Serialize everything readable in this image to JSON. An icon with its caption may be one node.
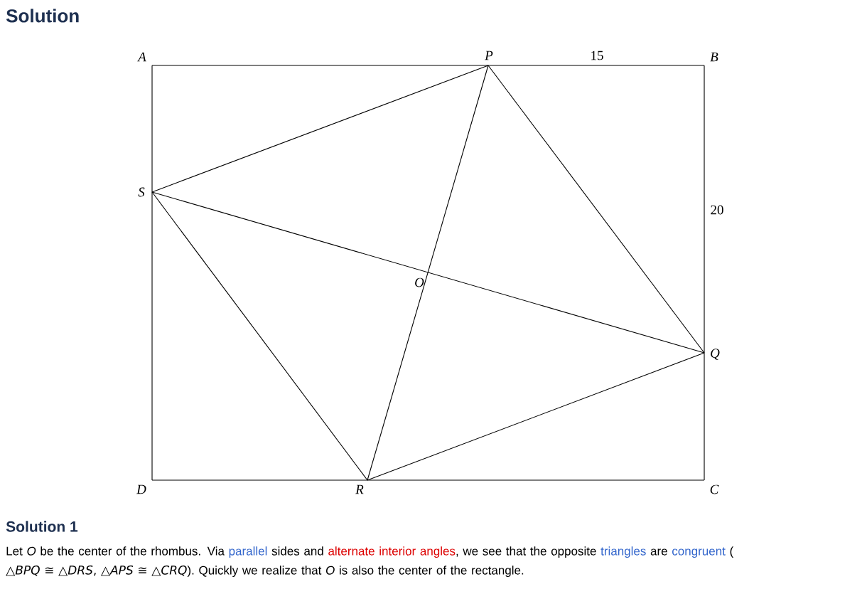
{
  "diagram": {
    "title": "Solution",
    "labels": [
      "A",
      "P",
      "15",
      "B",
      "S",
      "20",
      "O",
      "Q",
      "D",
      "R",
      "C",
      "Solution 1",
      "Let *O* be the center of the rhombus. Via",
      "parallel",
      "sides and",
      "alternate interior angles",
      ", we see that the opposite",
      "triangles",
      "are",
      "congruent",
      "(",
      "△*BPQ* ≅ △*DRS*, △*APS* ≅ △*CRQ*",
      "). Quickly we realize that *O* is also the center of the rectangle."
    ]
  }
}
